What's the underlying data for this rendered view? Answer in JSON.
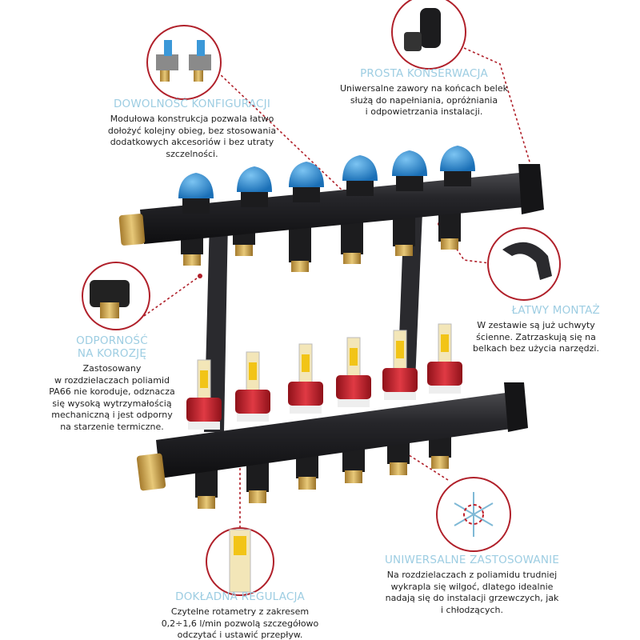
{
  "features": {
    "configuration": {
      "heading": "DOWOLNOŚĆ KONFIGURACJI",
      "body": [
        "Modułowa konstrukcja pozwala łatwo",
        "dołożyć kolejny obieg, bez stosowania",
        "dodatkowych akcesoriów i bez utraty",
        "szczelności."
      ]
    },
    "maintenance": {
      "heading": "PROSTA KONSERWACJA",
      "body": [
        "Uniwersalne zawory na końcach belek",
        "służą do napełniania, opróżniania",
        "i odpowietrzania instalacji."
      ]
    },
    "mounting": {
      "heading": "ŁATWY MONTAŻ",
      "body": [
        "W zestawie są już uchwyty",
        "ścienne. Zatrzaskują się na",
        "belkach bez użycia narzędzi."
      ]
    },
    "corrosion": {
      "heading_lines": [
        "ODPORNOŚĆ",
        "NA KOROZJĘ"
      ],
      "body": [
        "Zastosowany",
        "w rozdzielaczach poliamid",
        "PA66 nie koroduje, odznacza",
        "się wysoką wytrzymałością",
        "mechaniczną i jest odporny",
        "na starzenie termiczne."
      ]
    },
    "universal": {
      "heading": "UNIWERSALNE ZASTOSOWANIE",
      "body": [
        "Na rozdzielaczach z poliamidu trudniej",
        "wykrapla się wilgoć, dlatego idealnie",
        "nadają się do instalacji grzewczych, jak",
        "i chłodzących."
      ]
    },
    "regulation": {
      "heading": "DOKŁADNA REGULACJA",
      "body": [
        "Czytelne rotametry z zakresem",
        "0,2÷1,6 l/min pozwolą szczegółowo",
        "odczytać i ustawić przepływ."
      ]
    }
  },
  "colors": {
    "heading": "#9dcde2",
    "leader": "#b0202a",
    "valve_blue": "#2f8fd6",
    "flow_red": "#c8202c",
    "brass": "#c9a04a",
    "body": "#1e1e20"
  }
}
